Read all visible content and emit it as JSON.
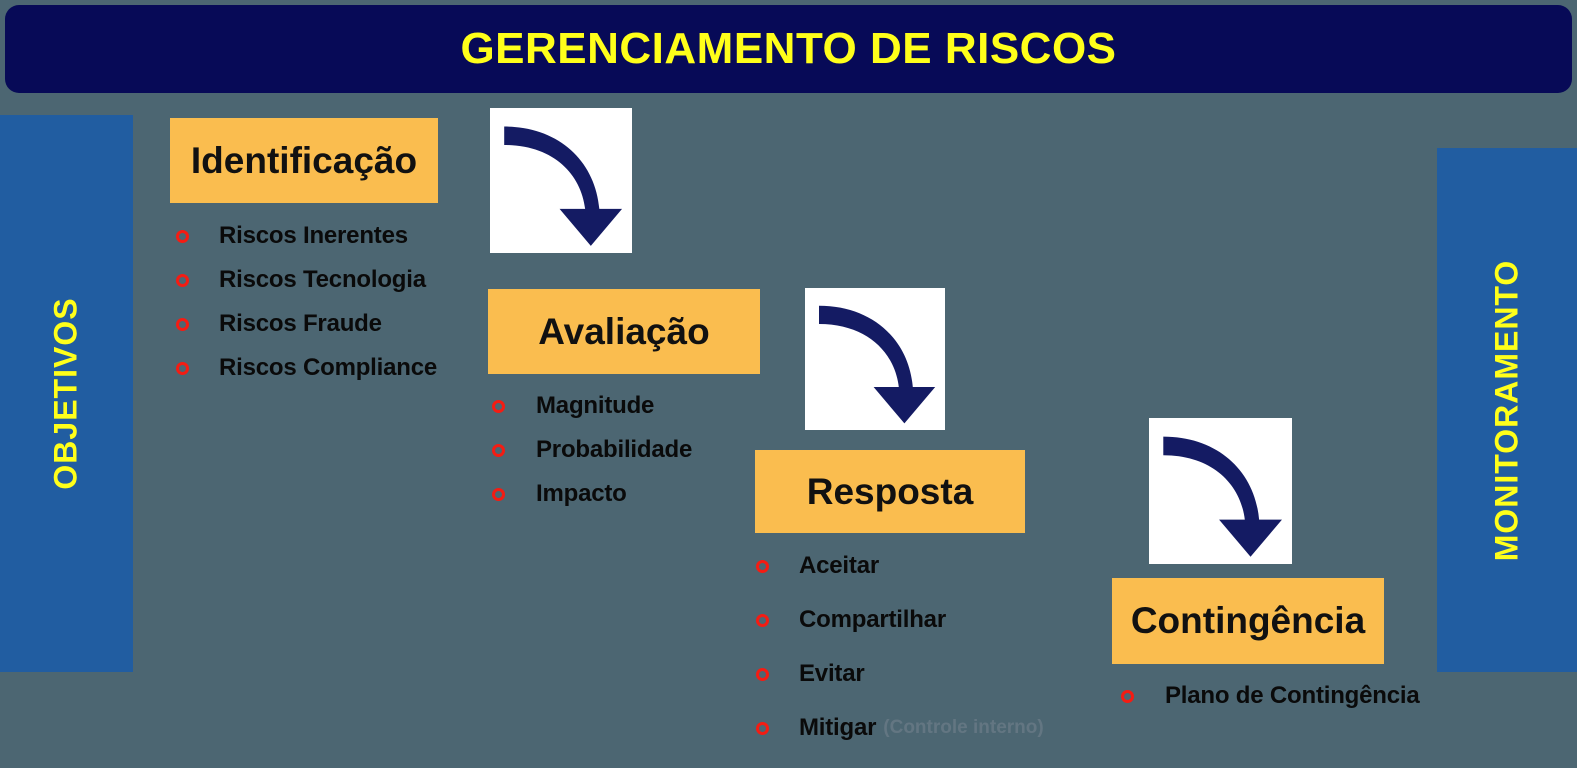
{
  "header": {
    "title": "GERENCIAMENTO DE RISCOS",
    "bg_color": "#070A57",
    "text_color": "#FFFF1A"
  },
  "canvas": {
    "bg_color": "#4C6672"
  },
  "rails": {
    "left": {
      "label": "OBJETIVOS",
      "bg_color": "#215DA1",
      "text_color": "#FFFF1A"
    },
    "right": {
      "label": "MONITORAMENTO",
      "bg_color": "#215DA1",
      "text_color": "#FFFF1A"
    }
  },
  "stage_box_color": "#FABD4F",
  "bullet_color": "#F41C13",
  "arrow_color": "#141B63",
  "stages": [
    {
      "id": "identificacao",
      "label": "Identificação",
      "items": [
        {
          "text": "Riscos Inerentes"
        },
        {
          "text": "Riscos Tecnologia"
        },
        {
          "text": "Riscos Fraude"
        },
        {
          "text": "Riscos Compliance"
        }
      ]
    },
    {
      "id": "avaliacao",
      "label": "Avaliação",
      "items": [
        {
          "text": "Magnitude"
        },
        {
          "text": "Probabilidade"
        },
        {
          "text": "Impacto"
        }
      ]
    },
    {
      "id": "resposta",
      "label": "Resposta",
      "items": [
        {
          "text": "Aceitar"
        },
        {
          "text": "Compartilhar"
        },
        {
          "text": "Evitar"
        },
        {
          "text": "Mitigar",
          "note": "(Controle interno)"
        }
      ]
    },
    {
      "id": "contingencia",
      "label": "Contingência",
      "items": [
        {
          "text": "Plano de Contingência"
        }
      ]
    }
  ],
  "arrows": [
    {
      "id": "arrow-1",
      "icon": "curved-down-arrow-icon"
    },
    {
      "id": "arrow-2",
      "icon": "curved-down-arrow-icon"
    },
    {
      "id": "arrow-3",
      "icon": "curved-down-arrow-icon"
    }
  ]
}
